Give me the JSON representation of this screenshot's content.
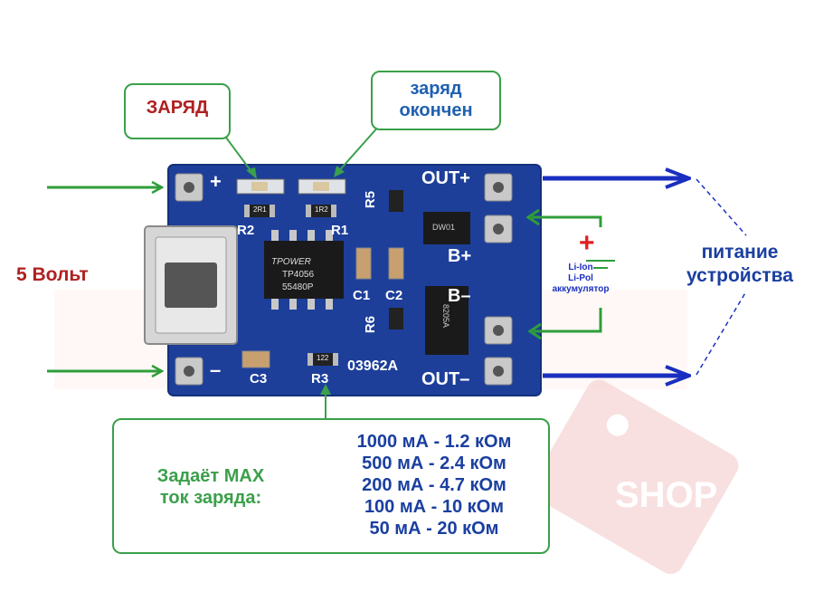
{
  "colors": {
    "board_blue": "#1d3f9a",
    "callout_green": "#3aa04a",
    "arrow_green": "#2e9e3a",
    "arrow_blue": "#1a2fbf",
    "charge_red": "#b02020",
    "done_blue": "#2060b0",
    "label_blue": "#1a3fa0",
    "watermark": "#f3d2c4"
  },
  "callouts": {
    "charging": "ЗАРЯД",
    "done_line1": "заряд",
    "done_line2": "окончен"
  },
  "input": {
    "label": "5 Вольт"
  },
  "output": {
    "label_line1": "питание",
    "label_line2": "устройства"
  },
  "battery": {
    "plus_sign": "+",
    "line1": "Li-Ion",
    "line2": "Li-Pol",
    "line3": "аккумулятор"
  },
  "board": {
    "pin_plus": "+",
    "pin_minus": "–",
    "out_plus": "OUT+",
    "b_plus": "B+",
    "b_minus": "B–",
    "out_minus": "OUT–",
    "r1": "R1",
    "r2": "R2",
    "r3": "R3",
    "r5": "R5",
    "r6": "R6",
    "c1": "C1",
    "c2": "C2",
    "c3": "C3",
    "board_id": "03962A",
    "chip_brand": "TPOWER",
    "chip_model": "TP4056",
    "chip_code": "55480P",
    "r1_code": "1R2",
    "r2_code": "2R1",
    "r3_code": "122",
    "dw_code": "DW01",
    "fet_code": "8205A"
  },
  "resistor_table": {
    "caption_line1": "Задаёт MAX",
    "caption_line2": "ток заряда:",
    "rows": [
      "1000 мА - 1.2 кОм",
      "500 мА - 2.4 кОм",
      "200 мА - 4.7 кОм",
      "100 мА - 10 кОм",
      "50 мА - 20 кОм"
    ]
  },
  "watermark": {
    "shop": "SHOP"
  }
}
